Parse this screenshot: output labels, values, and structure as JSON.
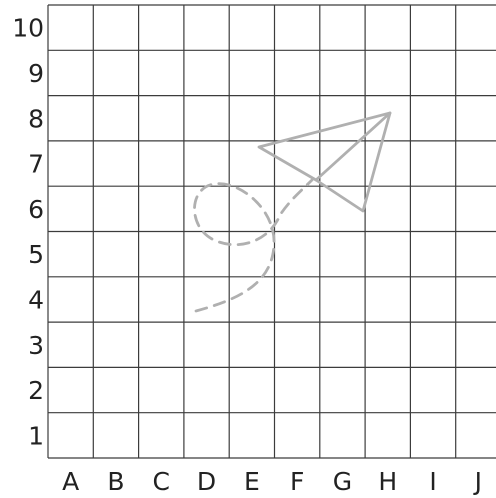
{
  "grid": {
    "columns": [
      "A",
      "B",
      "C",
      "D",
      "E",
      "F",
      "G",
      "H",
      "I",
      "J"
    ],
    "rows": [
      "10",
      "9",
      "8",
      "7",
      "6",
      "5",
      "4",
      "3",
      "2",
      "1"
    ]
  },
  "drawing": {
    "stroke_color": "#b0b0b0",
    "grid_color": "#3c3c3c"
  }
}
